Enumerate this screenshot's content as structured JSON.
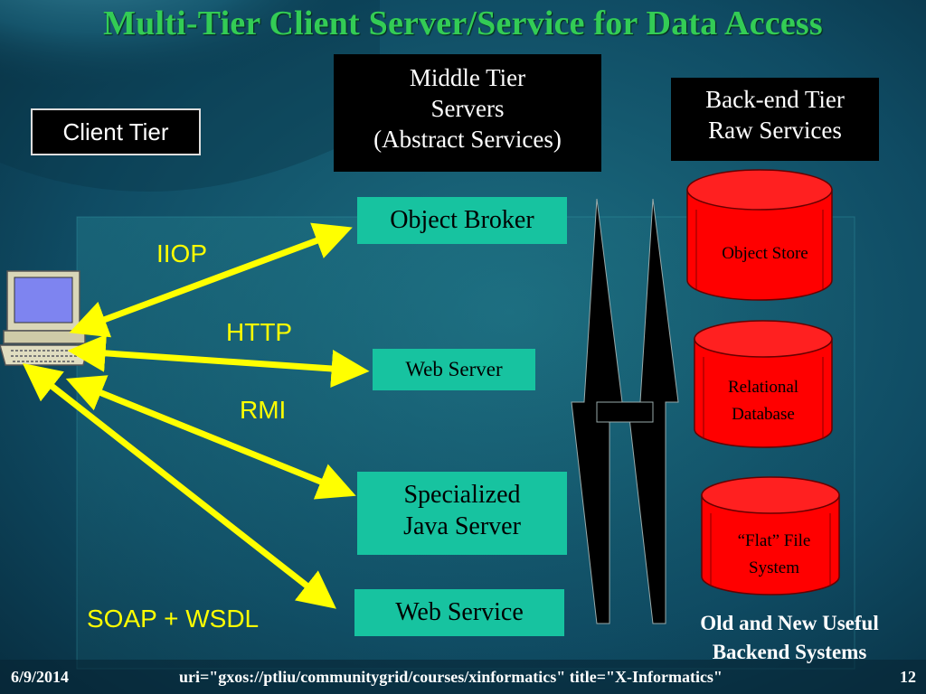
{
  "slide": {
    "title": "Multi-Tier Client Server/Service for Data Access",
    "client_tier_label": "Client Tier",
    "middle_tier": {
      "line1": "Middle Tier",
      "line2": "Servers",
      "line3": "(Abstract Services)"
    },
    "backend_tier": {
      "line1": "Back-end Tier",
      "line2": "Raw Services"
    },
    "protocols": {
      "iiop": "IIOP",
      "http": "HTTP",
      "rmi": "RMI",
      "soap": "SOAP + WSDL"
    },
    "servers": {
      "object_broker": "Object Broker",
      "web_server": "Web Server",
      "java_line1": "Specialized",
      "java_line2": "Java Server",
      "web_service": "Web Service"
    },
    "backends": {
      "object_store": "Object Store",
      "relational_line1": "Relational",
      "relational_line2": "Database",
      "flat_line1": "“Flat” File",
      "flat_line2": "System"
    },
    "caption": {
      "line1": "Old and New Useful",
      "line2": "Backend Systems"
    },
    "footer": {
      "date": "6/9/2014",
      "uri": "uri=\"gxos://ptliu/communitygrid/courses/xinformatics\" title=\"X-Informatics\"",
      "page": "12"
    }
  },
  "colors": {
    "title": "#33cc55",
    "arrows": "#ffff00",
    "server_boxes": "#17c3a0",
    "cylinders": "#ff0000"
  }
}
